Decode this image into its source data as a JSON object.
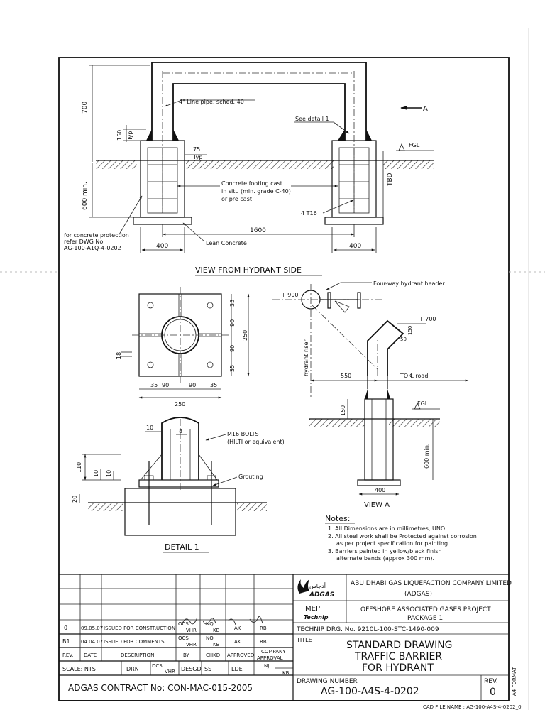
{
  "view_hydrant_side": {
    "title": "VIEW FROM HYDRANT SIDE",
    "line_pipe": "4\" Line pipe, sched. 40",
    "see_detail": "See detail 1",
    "arrow_a": "A",
    "fgl": "FGL",
    "dim_700": "700",
    "dim_150": "150",
    "typ": "Typ",
    "dim_75": "75",
    "typ2": "Typ",
    "concrete_1": "Concrete footing cast",
    "concrete_2": "in situ (min. grade C-40)",
    "concrete_3": "or pre cast",
    "dim_600": "600 min.",
    "tbd": "TBD",
    "t16": "4 T16",
    "dim_1600": "1600",
    "dim_400a": "400",
    "dim_400b": "400",
    "lean": "Lean Concrete",
    "prot_1": "for concrete protection",
    "prot_2": "refer DWG No.",
    "prot_3": "AG-100-A1Q-4-0202"
  },
  "plate_view": {
    "d35a": "35",
    "d90a": "90",
    "d90b": "90",
    "d35b": "35",
    "d250v": "250",
    "d18": "18",
    "h35a": "35",
    "h90a": "90",
    "h90b": "90",
    "h35b": "35",
    "d250h": "250"
  },
  "hydrant": {
    "header": "Four-way hydrant header",
    "p900": "+ 900",
    "p700": "+ 700",
    "d150": "150",
    "d50": "50",
    "riser": "hydrant riser",
    "d550": "550",
    "road": "TO ℄ road",
    "fgl": "FGL",
    "d150b": "150",
    "d600": "600 min.",
    "d400": "400",
    "title": "VIEW A"
  },
  "detail1": {
    "d10": "10",
    "d8": "8",
    "bolts_1": "M16 BOLTS",
    "bolts_2": "(HILTI or equivalent)",
    "grouting": "Grouting",
    "d110": "110",
    "d10v": "10",
    "d10v2": "10",
    "d20": "20",
    "title": "DETAIL 1"
  },
  "notes": {
    "heading": "Notes:",
    "n1": "1. All Dimensions are in millimetres, UNO.",
    "n2a": "2. All steel work shall be Protected against corrosion",
    "n2b": "as per project specification for painting.",
    "n3a": "3. Barriers painted in yellow/black finish",
    "n3b": "alternate bands (approx 300 mm)."
  },
  "revisions": {
    "rows": [
      {
        "rev": "0",
        "date": "09.05.07",
        "desc": "ISSUED FOR CONSTRUCTION",
        "by": "OCS",
        "chkd": "NQ",
        "appr": "AK",
        "comp": "RB"
      },
      {
        "rev": "B1",
        "date": "04.04.07",
        "desc": "ISSUED FOR COMMENTS",
        "by": "OCS",
        "chkd": "NQ",
        "appr": "AK",
        "comp": "RB"
      }
    ],
    "h_rev": "REV.",
    "h_date": "DATE",
    "h_desc": "DESCRIPTION",
    "h_by": "BY",
    "h_chkd": "CHKD",
    "h_appr": "APPROVED",
    "h_comp1": "COMPANY",
    "h_comp2": "APPROVAL",
    "vhr": "VHR",
    "kb": "KB"
  },
  "scale_row": {
    "scale": "SCALE: NTS",
    "drn": "DRN",
    "drn_val": "DCS",
    "drn_sub": "VHR",
    "desgd": "DESGD",
    "desgd_val": "SS",
    "lde": "LDE",
    "nj": "NJ",
    "kb": "KB"
  },
  "contract": "ADGAS CONTRACT No: CON-MAC-015-2005",
  "company": {
    "logo_arabic": "أدجاس",
    "logo": "ADGAS",
    "name_1": "ABU DHABI GAS LIQUEFACTION COMPANY LIMITED",
    "name_2": "(ADGAS)"
  },
  "project": {
    "mepi": "MEPI",
    "technip_logo": "Technip",
    "name_1": "OFFSHORE ASSOCIATED GASES PROJECT",
    "name_2": "PACKAGE 1"
  },
  "technip_drg": "TECHNIP DRG. No. 9210L-100-STC-1490-009",
  "title": {
    "label": "TITLE",
    "line1": "STANDARD DRAWING",
    "line2": "TRAFFIC BARRIER",
    "line3": "FOR HYDRANT"
  },
  "drawing_number": {
    "label": "DRAWING NUMBER",
    "value": "AG-100-A4S-4-0202",
    "rev_label": "REV.",
    "rev_value": "0"
  },
  "a4_format": "A4 FORMAT",
  "cad_file": "CAD FILE NAME : AG-100-A4S-4-0202_0"
}
